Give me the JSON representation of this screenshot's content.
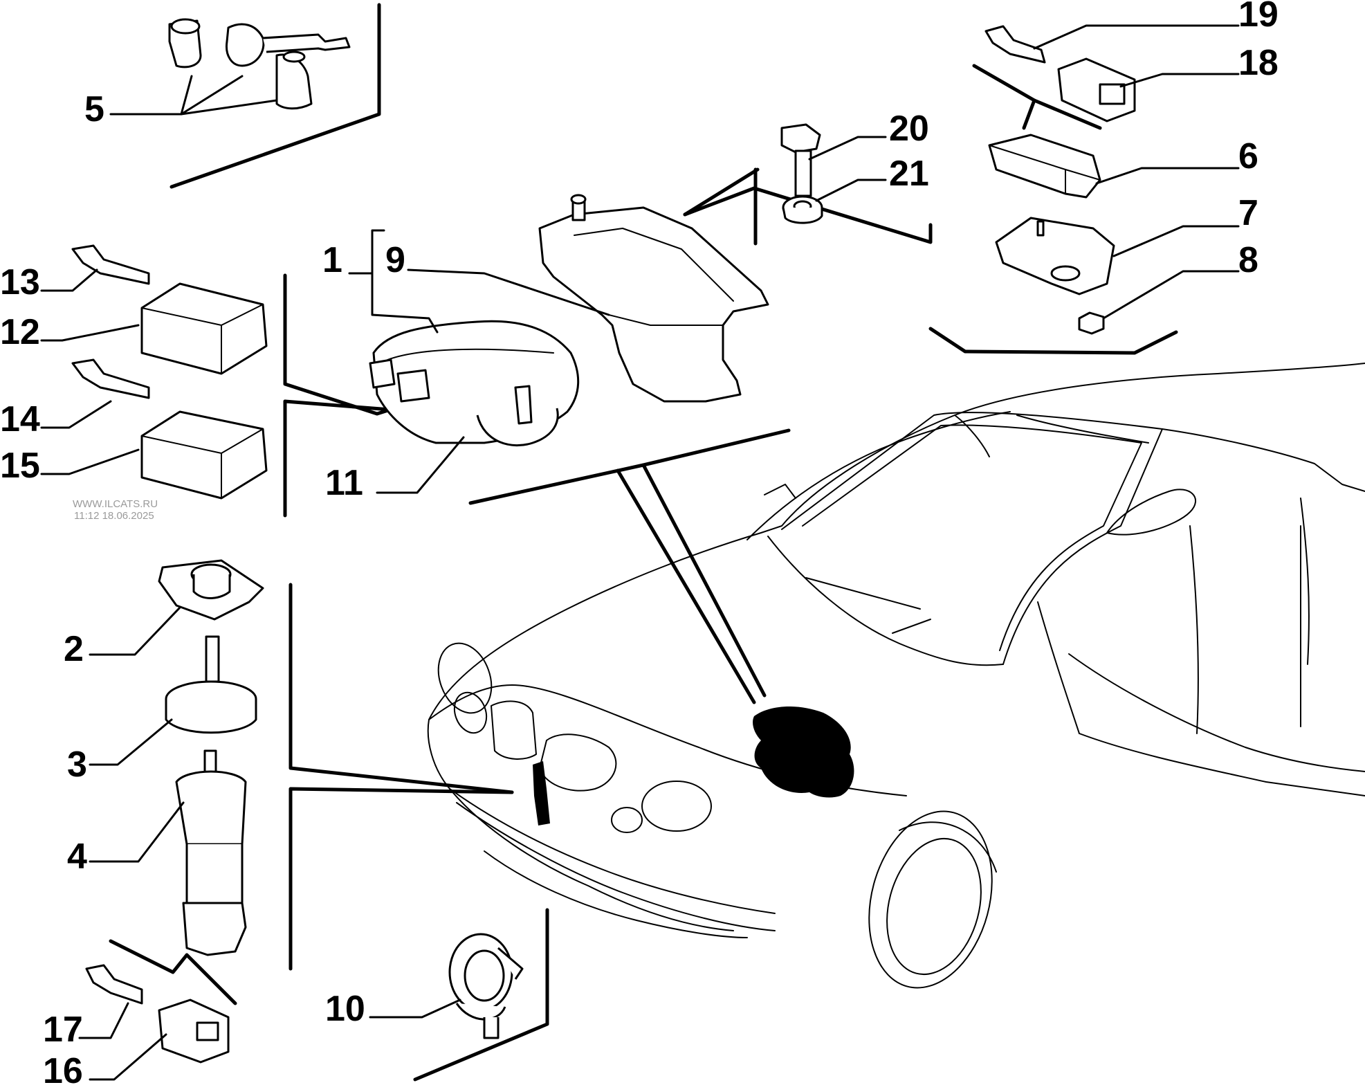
{
  "watermark": {
    "site": "WWW.ILCATS.RU",
    "timestamp": "11:12 18.06.2025"
  },
  "callouts": {
    "c1": "1",
    "c2": "2",
    "c3": "3",
    "c4": "4",
    "c5": "5",
    "c6": "6",
    "c7": "7",
    "c8": "8",
    "c9": "9",
    "c10": "10",
    "c11": "11",
    "c12": "12",
    "c13": "13",
    "c14": "14",
    "c15": "15",
    "c16": "16",
    "c17": "17",
    "c18": "18",
    "c19": "19",
    "c20": "20",
    "c21": "21"
  }
}
